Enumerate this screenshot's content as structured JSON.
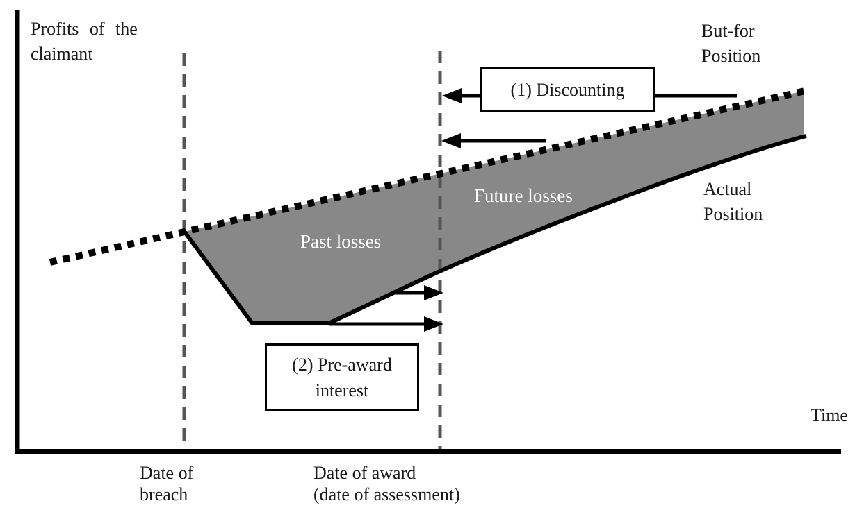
{
  "diagram": {
    "title_none": "",
    "axis": {
      "y_label": "Profits of the\nclaimant",
      "x_label": "Time"
    },
    "lines": {
      "but_for_label": "But-for\nPosition",
      "actual_label": "Actual\nPosition"
    },
    "regions": {
      "past_losses_label": "Past losses",
      "future_losses_label": "Future losses"
    },
    "annotations": {
      "discounting_label": "(1) Discounting",
      "pre_award_interest_label": "(2) Pre-award\ninterest"
    },
    "x_ticks": [
      {
        "label": "Date of\nbreach"
      },
      {
        "label": "Date of award\n(date of assessment)"
      }
    ],
    "colors": {
      "loss_region_fill": "#888888",
      "reference_dash_gray": "#555555",
      "line_black": "#000000",
      "background": "#ffffff",
      "region_text": "#ffffff"
    }
  }
}
